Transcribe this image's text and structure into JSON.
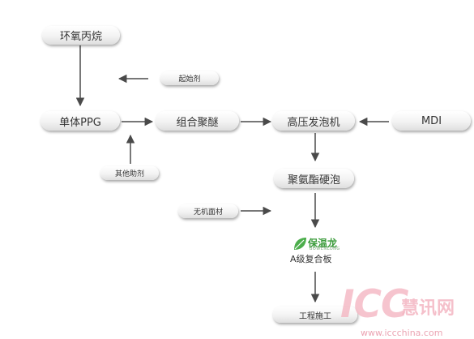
{
  "nodes": {
    "epoxypropane": "环氧丙烷",
    "initiator": "起始剂",
    "monomer_ppg": "单体PPG",
    "combined_polyether": "组合聚醚",
    "high_pressure_foamer": "高压发泡机",
    "mdi": "MDI",
    "other_auxiliaries": "其他助剂",
    "pu_rigid_foam": "聚氨酯硬泡",
    "inorganic_facing": "无机面材",
    "class_a_composite_board": "A级复合板",
    "construction": "工程施工"
  },
  "logo": {
    "name": "保温龙",
    "subtitle": "BOWENLONG",
    "brand_color": "#3a9b3a"
  },
  "watermark": {
    "brand": "ICC",
    "name_cn": "慧讯网",
    "url": "www.iccchina.com",
    "color": "#f4b6c2"
  },
  "colors": {
    "node_text": "#333333",
    "arrow": "#4a4a4a"
  }
}
